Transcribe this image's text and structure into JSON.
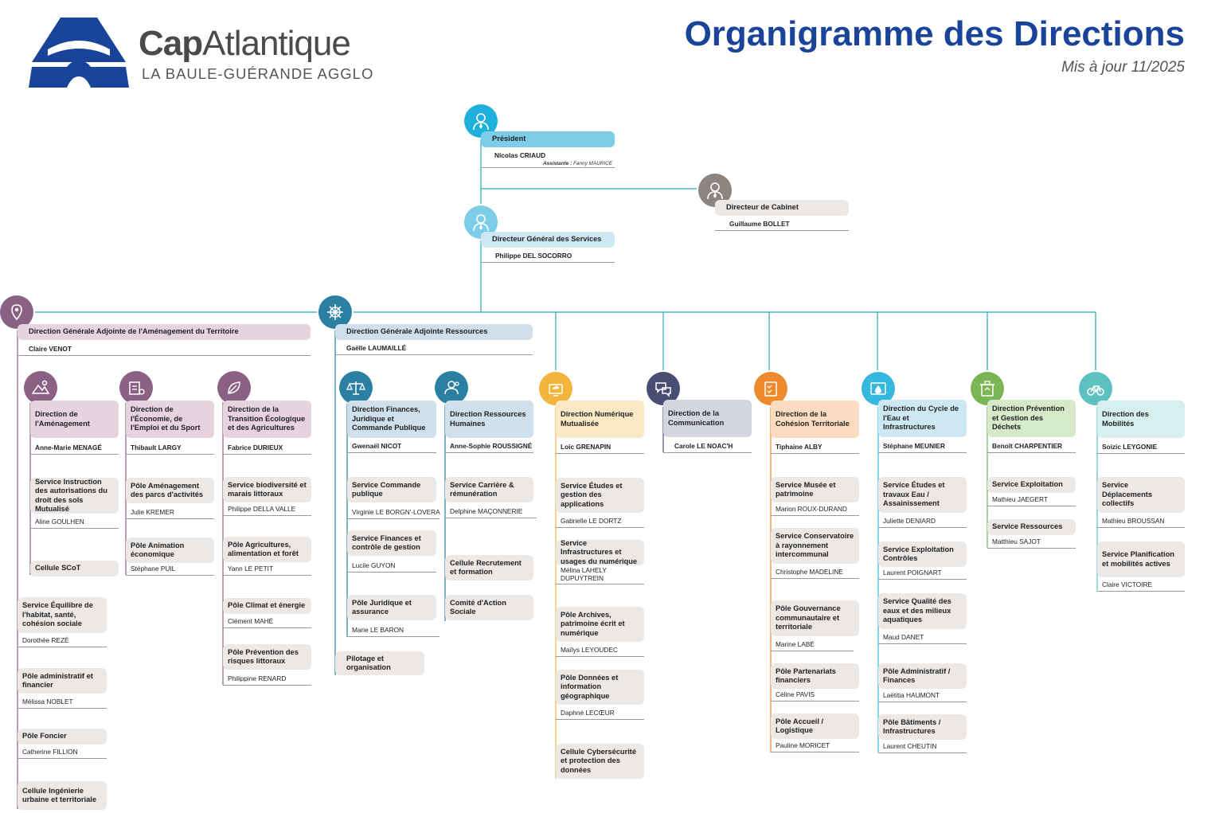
{
  "brand": {
    "name_bold": "Cap",
    "name_light": "Atlantique",
    "subtitle": "LA BAULE-GUÉRANDE AGGLO"
  },
  "document": {
    "title": "Organigramme des Directions",
    "updated": "Mis à jour 11/2025"
  },
  "colors": {
    "lines": "#2aa9b8",
    "title": "#1a449a",
    "dga_amenagement": "#8a6083",
    "dga_ressources": "#2b7fa0",
    "numerique": "#f2b43c",
    "communication": "#484e72",
    "cohesion": "#ee8a2d",
    "cycle_eau": "#38b7de",
    "dechets": "#7cb556",
    "mobilites": "#5ec0c0"
  },
  "president": {
    "title": "Président",
    "name": "Nicolas CRIAUD",
    "assistant_label": "Assistante :",
    "assistant_name": "Fanny MAURICE"
  },
  "cabinet": {
    "title": "Directeur de Cabinet",
    "name": "Guillaume BOLLET"
  },
  "dgs": {
    "title": "Directeur Général des Services",
    "name": "Philippe DEL SOCORRO"
  },
  "dga_amenagement": {
    "title": "Direction Générale Adjointe de l'Aménagement du Territoire",
    "name": "Claire VENOT",
    "direct_units": [
      {
        "title": "Service Équilibre de l'habitat, santé, cohésion sociale",
        "name": "Dorothée REZÉ"
      },
      {
        "title": "Pôle administratif et financier",
        "name": "Mélissa NOBLET"
      },
      {
        "title": "Pôle Foncier",
        "name": "Catherine FILLION"
      },
      {
        "title": "Cellule Ingénierie urbaine et territoriale",
        "name": ""
      }
    ],
    "amenagement": {
      "title": "Direction de l'Aménagement",
      "name": "Anne-Marie MENAGÉ",
      "units": [
        {
          "title": "Service Instruction des autorisations du droit des sols Mutualisé",
          "name": "Aline GOULHEN"
        },
        {
          "title": "Cellule SCoT",
          "name": ""
        }
      ]
    },
    "economie": {
      "title": "Direction de l'Économie, de l'Emploi et du Sport",
      "name": "Thibault LARGY",
      "units": [
        {
          "title": "Pôle Aménagement des parcs d'activités",
          "name": "Julie KREMER"
        },
        {
          "title": "Pôle Animation économique",
          "name": "Stéphane PUIL"
        }
      ]
    },
    "transition": {
      "title": "Direction de la Transition Écologique et des Agricultures",
      "name": "Fabrice DURIEUX",
      "units": [
        {
          "title": "Service biodiversité et marais littoraux",
          "name": "Philippe DELLA VALLE"
        },
        {
          "title": "Pôle Agricultures, alimentation et forêt",
          "name": "Yann LE PETIT"
        },
        {
          "title": "Pôle Climat et énergie",
          "name": "Clément MAHÉ"
        },
        {
          "title": "Pôle Prévention des risques littoraux",
          "name": "Philippine RENARD"
        }
      ]
    }
  },
  "dga_ressources": {
    "title": "Direction Générale Adjointe Ressources",
    "name": "Gaëlle LAUMAILLÉ",
    "direct_units": [
      {
        "title": "Pilotage et organisation",
        "name": ""
      }
    ],
    "finances": {
      "title": "Direction Finances, Juridique et Commande Publique",
      "name": "Gwenaël NICOT",
      "units": [
        {
          "title": "Service Commande publique",
          "name": "Virginie LE BORGN'-LOVERA"
        },
        {
          "title": "Service Finances et contrôle de gestion",
          "name": "Lucile GUYON"
        },
        {
          "title": "Pôle Juridique et assurance",
          "name": "Marie LE BARON"
        }
      ]
    },
    "rh": {
      "title": "Direction Ressources Humaines",
      "name": "Anne-Sophie ROUSSIGNÉ",
      "units": [
        {
          "title": "Service Carrière & rémunération",
          "name": "Delphine MAÇONNERIE"
        },
        {
          "title": "Cellule Recrutement et formation",
          "name": ""
        },
        {
          "title": "Comité d'Action Sociale",
          "name": ""
        }
      ]
    }
  },
  "numerique": {
    "title": "Direction Numérique Mutualisée",
    "name": "Loïc GRENAPIN",
    "units": [
      {
        "title": "Service Études et gestion des applications",
        "name": "Gabrielle LE DORTZ"
      },
      {
        "title": "Service Infrastructures et usages du numérique",
        "name": "Mélina LAHELY DUPUYTREIN"
      },
      {
        "title": "Pôle Archives, patrimoine écrit et numérique",
        "name": "Maïlys LEYOUDEC"
      },
      {
        "title": "Pôle Données et information géographique",
        "name": "Daphné LECŒUR"
      },
      {
        "title": "Cellule Cybersécurité et protection des données",
        "name": ""
      }
    ]
  },
  "communication": {
    "title": "Direction de la Communication",
    "name": "Carole LE NOAC'H"
  },
  "cohesion": {
    "title": "Direction de la Cohésion Territoriale",
    "name": "Tiphaine ALBY",
    "units": [
      {
        "title": "Service Musée et patrimoine",
        "name": "Marion ROUX-DURAND"
      },
      {
        "title": "Service Conservatoire à rayonnement intercommunal",
        "name": "Christophe MADELINE"
      },
      {
        "title": "Pôle Gouvernance communautaire et territoriale",
        "name": "Marine LABÉ"
      },
      {
        "title": "Pôle Partenariats financiers",
        "name": "Céline PAVIS"
      },
      {
        "title": "Pôle Accueil / Logistique",
        "name": "Pauline MORICET"
      }
    ]
  },
  "cycle_eau": {
    "title": "Direction du Cycle de l'Eau et Infrastructures",
    "name": "Stéphane MEUNIER",
    "units": [
      {
        "title": "Service Études et travaux Eau / Assainissement",
        "name": "Juliette DENIARD"
      },
      {
        "title": "Service Exploitation Contrôles",
        "name": "Laurent POIGNART"
      },
      {
        "title": "Service Qualité des eaux et des milieux aquatiques",
        "name": "Maud DANET"
      },
      {
        "title": "Pôle Administratif / Finances",
        "name": "Laëtitia HAUMONT"
      },
      {
        "title": "Pôle Bâtiments / Infrastructures",
        "name": "Laurent CHEUTIN"
      }
    ]
  },
  "dechets": {
    "title": "Direction Prévention et Gestion des Déchets",
    "name": "Benoît CHARPENTIER",
    "units": [
      {
        "title": "Service Exploitation",
        "name": "Mathieu JAEGERT"
      },
      {
        "title": "Service Ressources",
        "name": "Matthieu SAJOT"
      }
    ]
  },
  "mobilites": {
    "title": "Direction des Mobilités",
    "name": "Soizic LEYGONIE",
    "units": [
      {
        "title": "Service Déplacements collectifs",
        "name": "Mathieu BROUSSAN"
      },
      {
        "title": "Service Planification et mobilités actives",
        "name": "Claire VICTOIRE"
      }
    ]
  }
}
